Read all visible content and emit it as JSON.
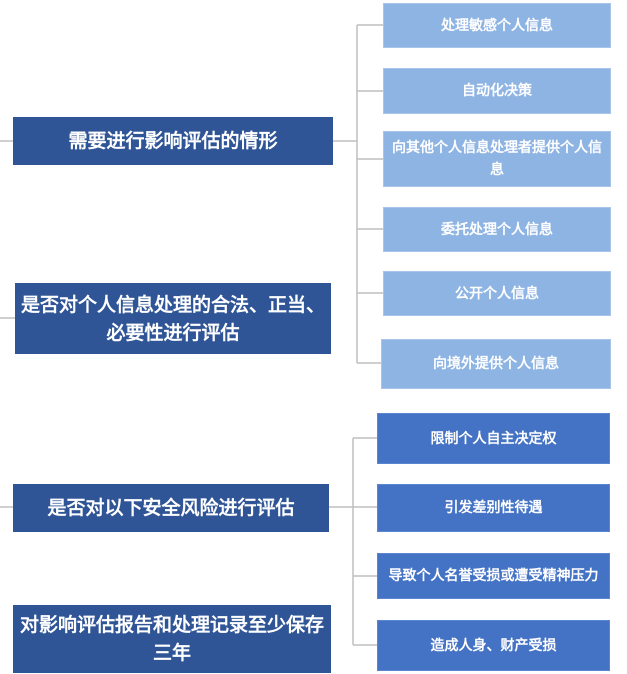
{
  "main_nodes": [
    "需要进行影响评估的情形",
    "是否对个人信息处理的合法、正当、必要性进行评估",
    "是否对以下安全风险进行评估",
    "对影响评估报告和处理记录至少保存三年"
  ],
  "situations": [
    "处理敏感个人信息",
    "自动化决策",
    "向其他个人信息处理者提供个人信息",
    "委托处理个人信息",
    "公开个人信息",
    "向境外提供个人信息"
  ],
  "risks": [
    "限制个人自主决定权",
    "引发差别性待遇",
    "导致个人名誉受损或遭受精神压力",
    "造成人身、财产受损"
  ],
  "colors": {
    "main": "#2f5597",
    "leaf_light": "#8eb4e3",
    "leaf_dark": "#4472c4",
    "connector": "#bfbfbf"
  }
}
